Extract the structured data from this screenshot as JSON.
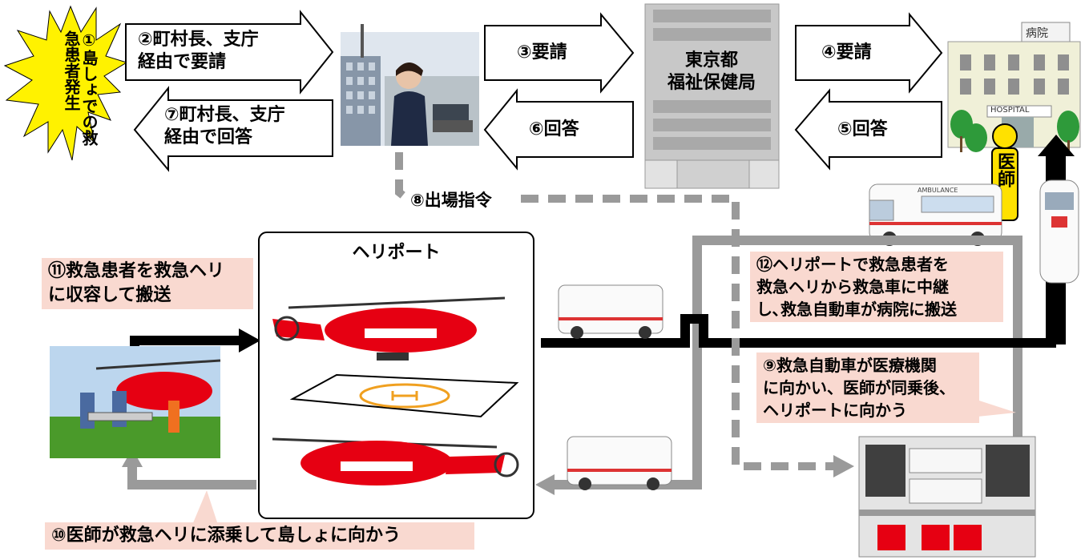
{
  "steps": {
    "s1": "①島しょでの救急患者発生",
    "s2_l1": "②町村長、支庁",
    "s2_l2": "経由で要請",
    "s3": "③要請",
    "s4": "④要請",
    "s5": "⑤回答",
    "s6": "⑥回答",
    "s7_l1": "⑦町村長、支庁",
    "s7_l2": "経由で回答",
    "s8": "⑧出場指令",
    "s9_l1": "⑨救急自動車が医療機関",
    "s9_l2": "に向かい、医師が同乗後、",
    "s9_l3": "ヘリポートに向かう",
    "s10": "⑩医師が救急ヘリに添乗して島しょに向かう",
    "s11_l1": "⑪救急患者を救急ヘリ",
    "s11_l2": "に収容して搬送",
    "s12_l1": "⑫ヘリポートで救急患者を",
    "s12_l2": "救急ヘリから救急車に中継",
    "s12_l3": "し､救急自動車が病院に搬送"
  },
  "nodes": {
    "tokyo_l1": "東京都",
    "tokyo_l2": "福祉保健局",
    "hospital_sign": "病院",
    "hospital_label": "HOSPITAL",
    "doctor": "医師",
    "heliport": "ヘリポート",
    "ambulance": "AMBULANCE"
  },
  "colors": {
    "burst": "#fff200",
    "callout": "#f9d9d0",
    "heli_red": "#e60012",
    "route_gray": "#9a9a9a",
    "route_black": "#000000",
    "doctor_yellow": "#ffe100"
  }
}
